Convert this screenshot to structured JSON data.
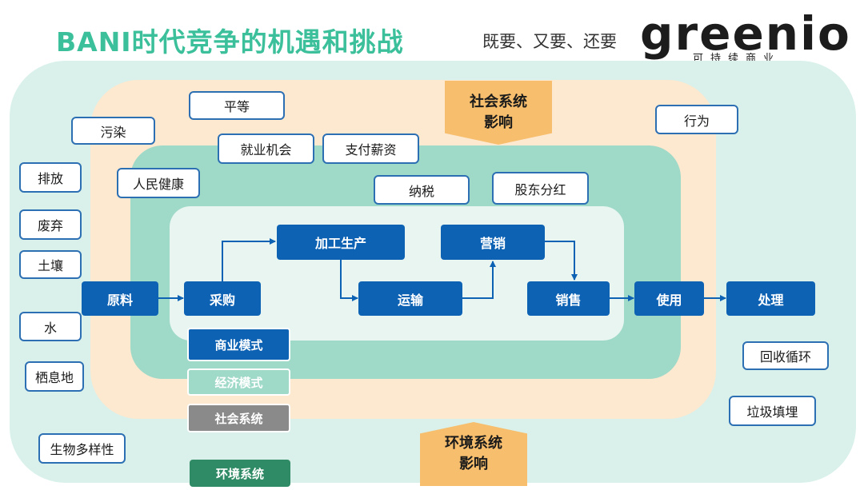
{
  "header": {
    "title": "BANI时代竞争的机遇和挑战",
    "subtitle": "既要、又要、还要",
    "logo_word": "greenio",
    "logo_tagline": "可持续商业"
  },
  "callouts": {
    "social": "社会系统\n影响",
    "environment": "环境系统\n影响"
  },
  "flow": {
    "raw": "原料",
    "purchase": "采购",
    "produce": "加工生产",
    "transport": "运输",
    "marketing": "营销",
    "sales": "销售",
    "use": "使用",
    "dispose": "处理"
  },
  "legend": {
    "business": "商业模式",
    "economic": "经济模式",
    "social": "社会系统",
    "environment": "环境系统"
  },
  "colors": {
    "flow_blue": "#0d62b4",
    "economic_green": "#9fd9c8",
    "social_peach": "#fde8d0",
    "environment_mint": "#d9f1ea",
    "callout_orange": "#f7be6d",
    "title_green": "#3cc09b"
  },
  "tags": {
    "equality": "平等",
    "pollution": "污染",
    "employment": "就业机会",
    "wages": "支付薪资",
    "health": "人民健康",
    "tax": "纳税",
    "dividend": "股东分红",
    "behavior": "行为",
    "emission": "排放",
    "waste": "废弃",
    "soil": "土壤",
    "water": "水",
    "habitat": "栖息地",
    "biodiversity": "生物多样性",
    "recycling": "回收循环",
    "landfill": "垃圾填埋"
  }
}
